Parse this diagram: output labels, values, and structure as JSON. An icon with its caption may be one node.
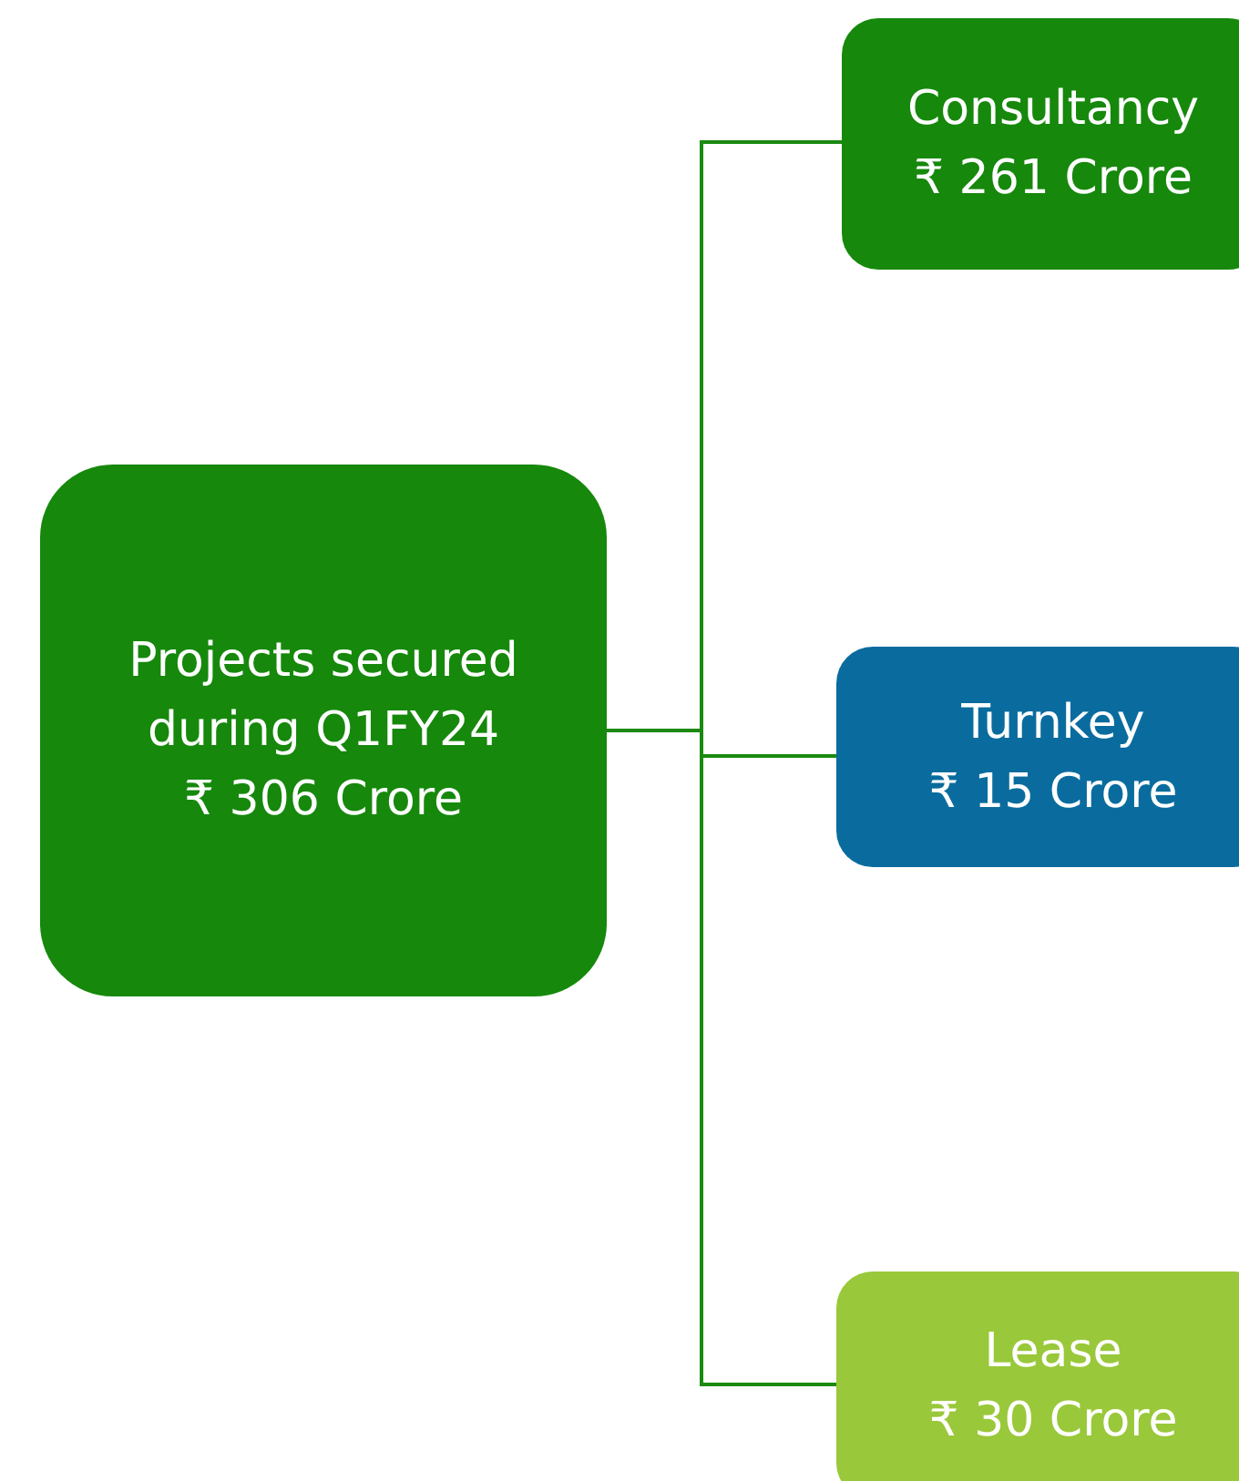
{
  "diagram": {
    "nodes": [
      {
        "text": [
          "Projects secured during Q1FY24",
          "₹ 306 Crore"
        ]
      },
      {
        "text": [
          "Consultancy",
          "₹ 261 Crore"
        ]
      },
      {
        "text": [
          "Turnkey",
          "₹ 15 Crore"
        ]
      },
      {
        "text": [
          "Lease",
          "₹ 30 Crore"
        ]
      }
    ],
    "edges": [
      {
        "from": 0,
        "to": 1,
        "arrow": "none"
      },
      {
        "from": 0,
        "to": 2,
        "arrow": "none"
      },
      {
        "from": 0,
        "to": 3,
        "arrow": "none"
      }
    ]
  }
}
